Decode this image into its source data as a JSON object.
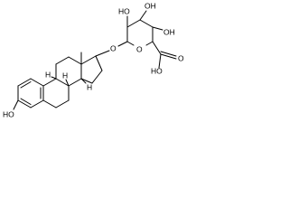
{
  "structure": {
    "labels": {
      "oh_phenol": "HO",
      "h_8": "H",
      "h_9": "H",
      "h_14": "H",
      "glycosidic_o": "O",
      "ring_o": "O",
      "oh_1": "HO",
      "oh_2": "OH",
      "oh_3": "OH",
      "acid_o": "O",
      "acid_oh": "HO"
    }
  }
}
